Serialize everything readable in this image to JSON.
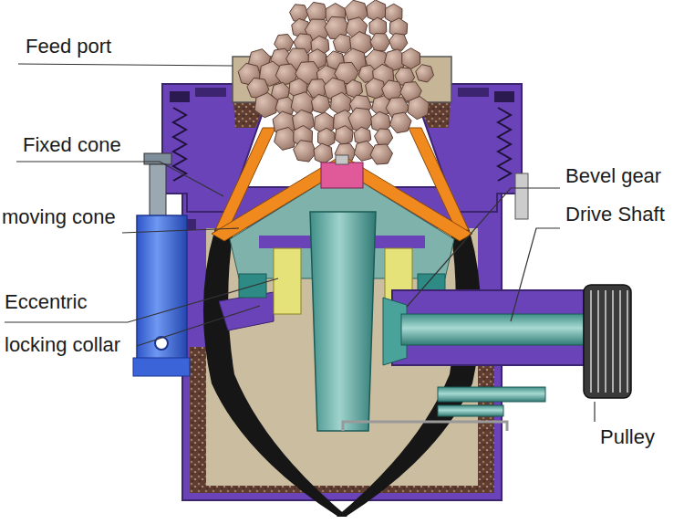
{
  "diagram": {
    "labels": [
      "Feed port",
      "Fixed cone",
      "moving cone",
      "Eccentric",
      "locking collar",
      "Bevel gear",
      "Drive Shaft",
      "Pulley"
    ]
  }
}
